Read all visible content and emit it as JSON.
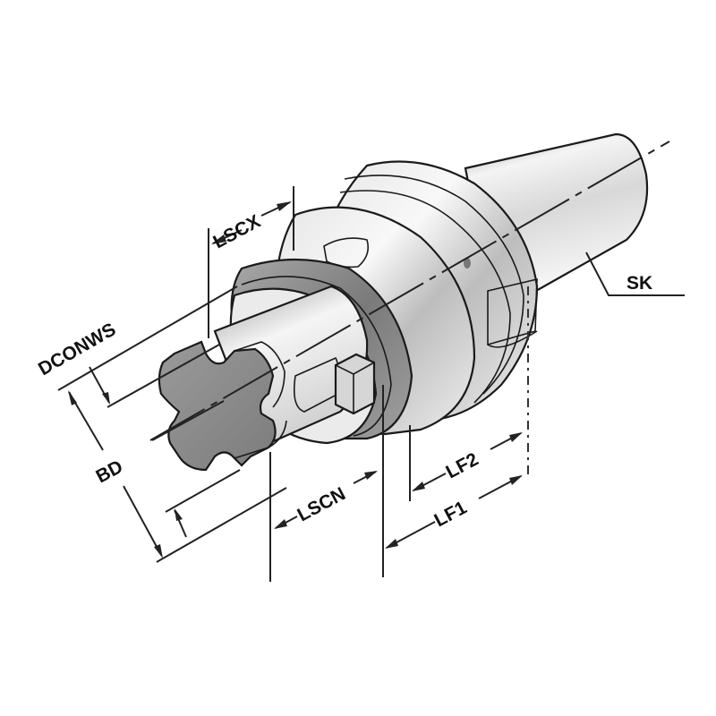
{
  "diagram": {
    "subject": "Shell mill arbor tool holder with SK taper",
    "colors": {
      "background": "#ffffff",
      "outline": "#1a1a1a",
      "metal_light": "#f2f2f2",
      "metal_mid": "#c8c8c8",
      "metal_dark": "#8a8a8a",
      "collar_dark": "#6f6f6f",
      "dimension_line": "#222222",
      "label_text": "#111111"
    },
    "labels": {
      "lscx": "LSCX",
      "dconws": "DCONWS",
      "bd": "BD",
      "lscn": "LSCN",
      "lf2": "LF2",
      "lf1": "LF1",
      "sk": "SK"
    },
    "parts": [
      "taper-shank",
      "flange",
      "body",
      "clamping-collar",
      "arbor-spigot",
      "drive-keys",
      "face-cutter-adapter"
    ]
  }
}
